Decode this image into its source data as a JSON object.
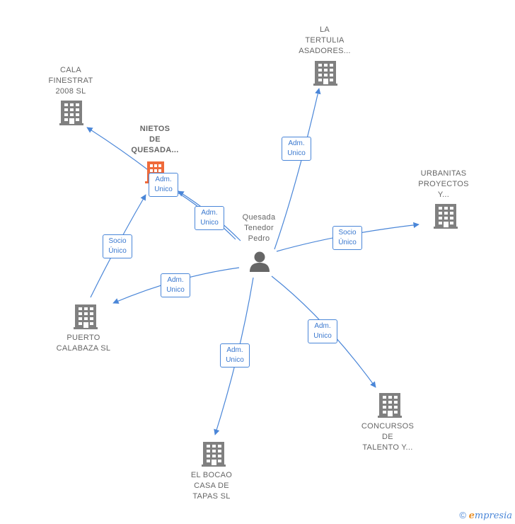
{
  "nodes": {
    "cala": {
      "label": "CALA\nFINESTRAT\n2008  SL"
    },
    "tertulia": {
      "label": "LA\nTERTULIA\nASADORES..."
    },
    "nietos": {
      "label": "NIETOS\nDE\nQUESADA..."
    },
    "urbanitas": {
      "label": "URBANITAS\nPROYECTOS\nY..."
    },
    "person": {
      "label": "Quesada\nTenedor\nPedro"
    },
    "puerto": {
      "label": "PUERTO\nCALABAZA  SL"
    },
    "concursos": {
      "label": "CONCURSOS\nDE\nTALENTO Y..."
    },
    "bocao": {
      "label": "EL BOCAO\nCASA DE\nTAPAS SL"
    }
  },
  "edges": {
    "e_nietos_cala": "Adm.\nUnico",
    "e_person_tertulia": "Adm.\nUnico",
    "e_person_nietos": "Adm.\nUnico",
    "e_person_urbanitas": "Socio\nÚnico",
    "e_puerto_nietos": "Socio\nÚnico",
    "e_person_puerto": "Adm.\nUnico",
    "e_person_concursos": "Adm.\nUnico",
    "e_person_bocao": "Adm.\nUnico"
  },
  "footer": {
    "copyright": "©",
    "brand_first": "e",
    "brand_rest": "mpresia"
  },
  "colors": {
    "edge": "#4a86d8",
    "building": "#808080",
    "highlight": "#ef6a3a",
    "person": "#666666"
  }
}
